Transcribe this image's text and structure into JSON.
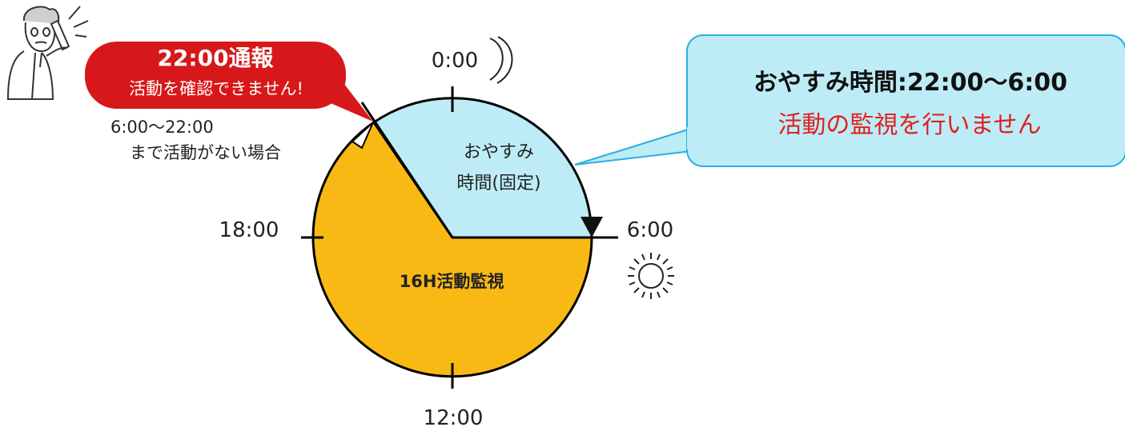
{
  "clock": {
    "top_label": "0:00",
    "right_label": "6:00",
    "bottom_label": "12:00",
    "left_label": "18:00",
    "sleep_label_line1": "おやすみ",
    "sleep_label_line2": "時間(固定)",
    "monitor_label": "16H活動監視"
  },
  "alert_bubble": {
    "title": "22:00通報",
    "message": "活動を確認できません!"
  },
  "condition": {
    "line1": "6:00～22:00",
    "line2": "まで活動がない場合"
  },
  "info_bubble": {
    "title": "おやすみ時間:22:00～6:00",
    "message": "活動の監視を行いません"
  },
  "colors": {
    "sleep_fill": "#bdecf6",
    "monitor_fill": "#f9b914",
    "alert_bubble": "#d7181a",
    "info_text": "#e02020",
    "info_bubble_fill": "#bdecf6",
    "info_bubble_stroke": "#2aaee0"
  },
  "icons": {
    "person": "person-on-phone-icon",
    "moon": "crescent-moon-icon",
    "sun": "sun-icon"
  }
}
